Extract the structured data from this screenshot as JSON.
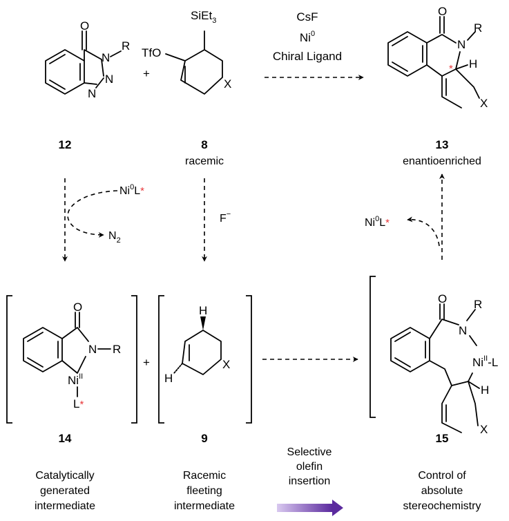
{
  "reagents": {
    "line1": "CsF",
    "line2_base": "Ni",
    "line2_sup": "0",
    "line3": "Chiral Ligand"
  },
  "atoms": {
    "o": "O",
    "n": "N",
    "r": "R",
    "x": "X",
    "h": "H",
    "tfo": "TfO",
    "si_base": "SiEt",
    "si_sub": "3",
    "plus": "+",
    "star": "*",
    "ni_base": "Ni",
    "ni_ii_sup": "II",
    "ni_zero_sup": "0",
    "l": "L",
    "ni_ii_l_suffix": "-L",
    "n2_base": "N",
    "n2_sub": "2",
    "fluoride_base": "F",
    "fluoride_sup": "−"
  },
  "compounds": {
    "c12": {
      "number": "12"
    },
    "c8": {
      "number": "8",
      "caption": "racemic"
    },
    "c13": {
      "number": "13",
      "caption": "enantioenriched"
    },
    "c14": {
      "number": "14",
      "desc": [
        "Catalytically",
        "generated",
        "intermediate"
      ]
    },
    "c9": {
      "number": "9",
      "desc": [
        "Racemic",
        "fleeting",
        "intermediate"
      ]
    },
    "c15": {
      "number": "15",
      "desc": [
        "Control of",
        "absolute",
        "stereochemistry"
      ]
    }
  },
  "insertion_label": [
    "Selective",
    "olefin",
    "insertion"
  ],
  "colors": {
    "star": "#e8373a",
    "arrow_start": "#d9c9f0",
    "arrow_end": "#5b2a9e"
  }
}
